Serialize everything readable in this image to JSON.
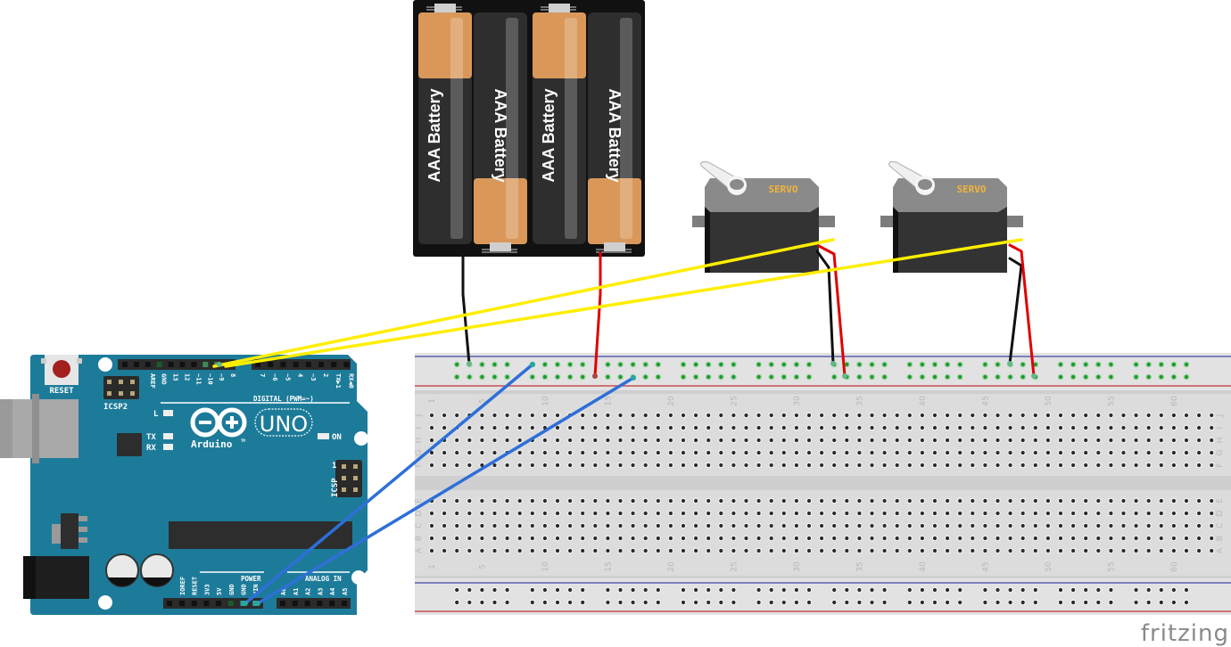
{
  "watermark": "fritzing",
  "colors": {
    "arduino_board": "#1d7b9a",
    "breadboard": "#dcdcdc",
    "wire_signal": "#ffee00",
    "wire_power": "#e00000",
    "wire_ground": "#111111",
    "wire_jumper": "#2e6fd8",
    "rail_blue": "#5b5fb0",
    "rail_red": "#c85050",
    "hole_active": "#1c9a2c",
    "battery_copper": "#d9985a"
  },
  "battery_pack": {
    "cells": [
      {
        "label": "AAA Battery",
        "orientation": "up"
      },
      {
        "label": "AAA Battery",
        "orientation": "down"
      },
      {
        "label": "AAA Battery",
        "orientation": "up"
      },
      {
        "label": "AAA Battery",
        "orientation": "down"
      }
    ]
  },
  "servos": [
    {
      "label": "SERVO"
    },
    {
      "label": "SERVO"
    }
  ],
  "arduino": {
    "reset_label": "RESET",
    "icsp2_label": "ICSP2",
    "icsp_label": "ICSP",
    "icsp_pin1": "1",
    "logo_text": "Arduino",
    "logo_tm": "TM",
    "model": "UNO",
    "led_l": "L",
    "led_tx": "TX",
    "led_rx": "RX",
    "led_on": "ON",
    "digital_header_title": "DIGITAL (PWM=~)",
    "digital_pins": [
      "AREF",
      "GND",
      "13",
      "12",
      "~11",
      "~10",
      "~9",
      "8",
      "7",
      "~6",
      "~5",
      "4",
      "~3",
      "2",
      "TX▶1",
      "RX◀0"
    ],
    "power_header_title": "POWER",
    "power_pins": [
      "IOREF",
      "RESET",
      "3V3",
      "5V",
      "GND",
      "GND",
      "VIN"
    ],
    "analog_header_title": "ANALOG IN",
    "analog_pins": [
      "A0",
      "A1",
      "A2",
      "A3",
      "A4",
      "A5"
    ]
  },
  "breadboard": {
    "columns": 63,
    "top_rows": [
      "J",
      "I",
      "H",
      "G",
      "F"
    ],
    "bottom_rows": [
      "E",
      "D",
      "C",
      "B",
      "A"
    ],
    "column_labels": [
      "1",
      "5",
      "10",
      "15",
      "20",
      "25",
      "30",
      "35",
      "40",
      "45",
      "50",
      "55",
      "60"
    ]
  },
  "connections": [
    {
      "from": "battery -",
      "to": "top rail (-)",
      "color": "ground"
    },
    {
      "from": "battery +",
      "to": "top rail (+)",
      "color": "power"
    },
    {
      "from": "servo 1 signal",
      "to": "arduino pin ~10",
      "color": "signal"
    },
    {
      "from": "servo 2 signal",
      "to": "arduino pin ~9",
      "color": "signal"
    },
    {
      "from": "servo 1 gnd/vcc",
      "to": "top rail",
      "color": "ground/power"
    },
    {
      "from": "servo 2 gnd/vcc",
      "to": "top rail",
      "color": "ground/power"
    },
    {
      "from": "arduino GND",
      "to": "top rail (-)",
      "color": "jumper"
    },
    {
      "from": "arduino VIN",
      "to": "top rail (+)",
      "color": "jumper"
    }
  ]
}
